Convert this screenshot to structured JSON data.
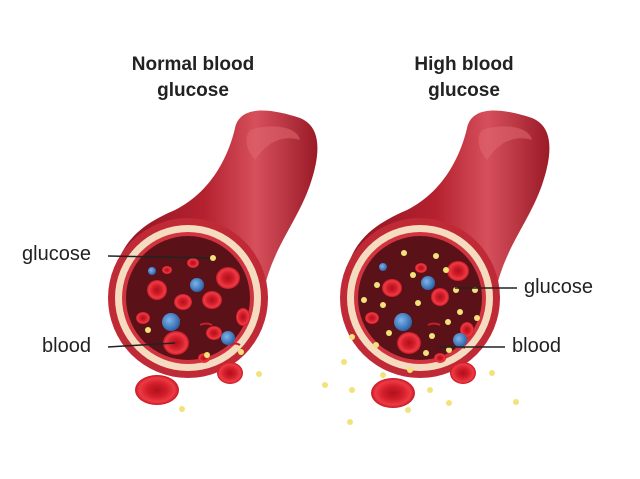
{
  "panels": {
    "normal": {
      "title_line1": "Normal blood",
      "title_line2": "glucose",
      "label_glucose": "glucose",
      "label_blood": "blood"
    },
    "high": {
      "title_line1": "High blood",
      "title_line2": "glucose",
      "label_glucose": "glucose",
      "label_blood": "blood"
    }
  },
  "colors": {
    "vessel_outer": "#a51d2b",
    "vessel_highlight": "#d6505c",
    "vessel_wall_cream": "#f5dcc0",
    "vessel_lumen": "#5a1218",
    "red_blood_cell": "#e0232e",
    "glucose_dot": "#f2e27a",
    "blue_particle": "#3b7fc4",
    "text": "#222222"
  }
}
